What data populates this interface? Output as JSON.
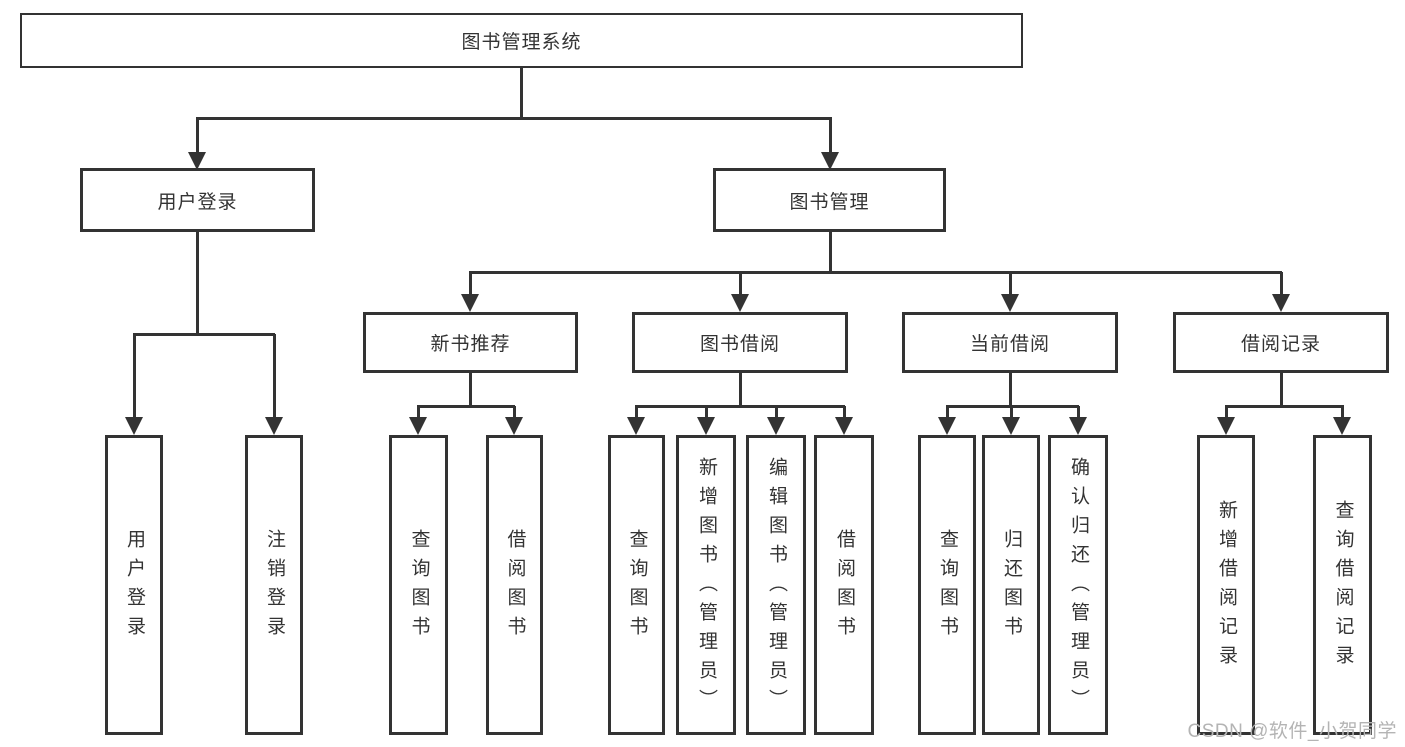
{
  "diagram": {
    "watermark": "CSDN @软件_小贺同学",
    "colors": {
      "line": "#333333",
      "text": "#333333",
      "background": "#ffffff",
      "watermark": "#b4b4b4"
    },
    "tree": {
      "label": "图书管理系统",
      "children": [
        {
          "label": "用户登录",
          "children": [
            {
              "label": "用户登录"
            },
            {
              "label": "注销登录"
            }
          ]
        },
        {
          "label": "图书管理",
          "children": [
            {
              "label": "新书推荐",
              "children": [
                {
                  "label": "查询图书"
                },
                {
                  "label": "借阅图书"
                }
              ]
            },
            {
              "label": "图书借阅",
              "children": [
                {
                  "label": "查询图书"
                },
                {
                  "label": "新增图书（管理员）"
                },
                {
                  "label": "编辑图书（管理员）"
                },
                {
                  "label": "借阅图书"
                }
              ]
            },
            {
              "label": "当前借阅",
              "children": [
                {
                  "label": "查询图书"
                },
                {
                  "label": "归还图书"
                },
                {
                  "label": "确认归还（管理员）"
                }
              ]
            },
            {
              "label": "借阅记录",
              "children": [
                {
                  "label": "新增借阅记录"
                },
                {
                  "label": "查询借阅记录"
                }
              ]
            }
          ]
        }
      ]
    }
  }
}
